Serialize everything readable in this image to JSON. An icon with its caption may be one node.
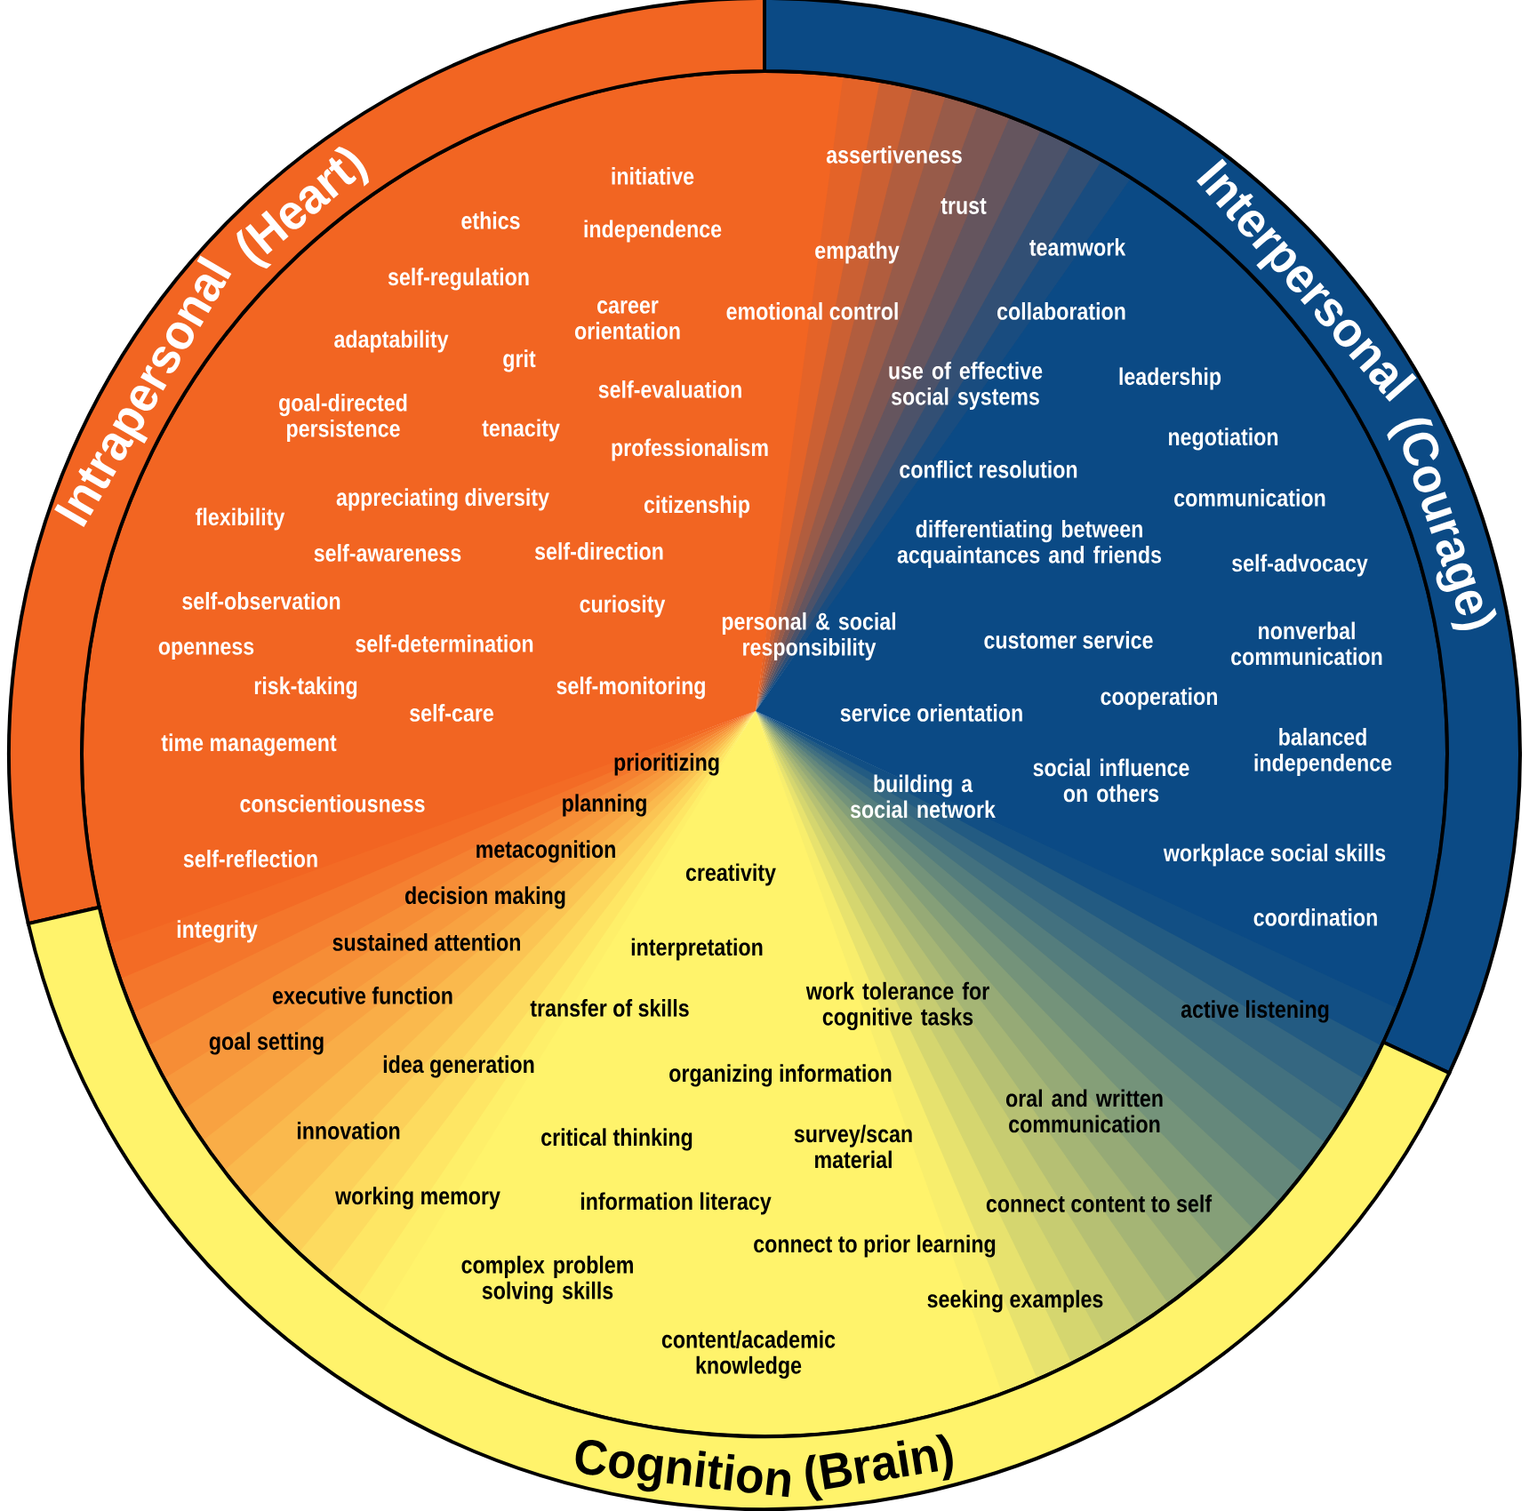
{
  "diagram": {
    "nodes": [
      {
        "text": [
          "Intrapersonal (Heart)"
        ]
      },
      {
        "text": [
          "Interpersonal (Courage)"
        ]
      },
      {
        "text": [
          "Cognition (Brain)"
        ]
      }
    ],
    "labels": [
      "initiative",
      "ethics",
      "independence",
      "self-regulation",
      "career orientation",
      "emotional control",
      "adaptability",
      "grit",
      "goal-directed persistence",
      "tenacity",
      "self-evaluation",
      "professionalism",
      "appreciating diversity",
      "citizenship",
      "flexibility",
      "self-awareness",
      "self-direction",
      "self-observation",
      "curiosity",
      "personal & social responsibility",
      "openness",
      "self-determination",
      "risk-taking",
      "self-monitoring",
      "self-care",
      "time management",
      "conscientiousness",
      "self-reflection",
      "integrity",
      "assertiveness",
      "trust",
      "empathy",
      "teamwork",
      "collaboration",
      "use of effective social systems",
      "leadership",
      "negotiation",
      "conflict resolution",
      "communication",
      "differentiating between acquaintances and friends",
      "self-advocacy",
      "customer service",
      "nonverbal communication",
      "service orientation",
      "cooperation",
      "balanced independence",
      "building a social network",
      "social influence on others",
      "workplace social skills",
      "coordination",
      "active listening",
      "prioritizing",
      "planning",
      "metacognition",
      "creativity",
      "decision making",
      "sustained attention",
      "interpretation",
      "executive function",
      "transfer of skills",
      "work tolerance for cognitive tasks",
      "goal setting",
      "idea generation",
      "organizing information",
      "oral and written communication",
      "innovation",
      "critical thinking",
      "survey/scan material",
      "working memory",
      "information literacy",
      "connect content to self",
      "connect to prior learning",
      "complex problem solving skills",
      "seeking examples",
      "content/academic knowledge"
    ]
  }
}
